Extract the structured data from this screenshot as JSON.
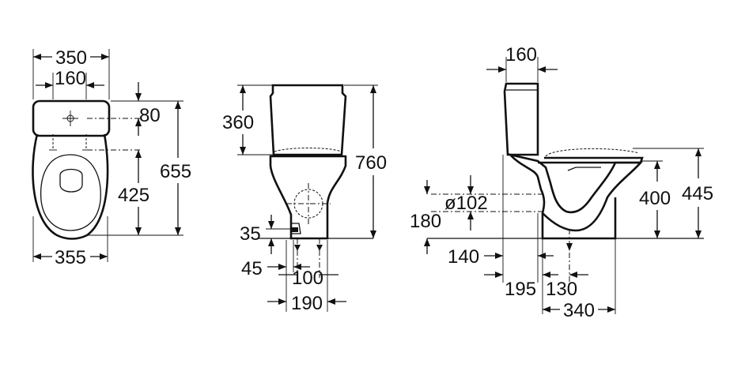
{
  "front_view": {
    "width_top": "350",
    "width_cistern_holes": "160",
    "hole_offset": "80",
    "total_length": "655",
    "seat_depth": "425",
    "width_bottom": "355"
  },
  "side_view": {
    "cistern_height": "360",
    "total_height": "760",
    "inlet_height": "35",
    "inlet_offset": "45",
    "fixing_spacing": "100",
    "base_width": "190"
  },
  "section_view": {
    "cistern_depth": "160",
    "outlet_diameter": "ø102",
    "outlet_height": "180",
    "wall_gap_140": "140",
    "wall_gap_195": "195",
    "outlet_offset": "130",
    "base_depth": "340",
    "rim_height": "400",
    "seat_height": "445"
  }
}
